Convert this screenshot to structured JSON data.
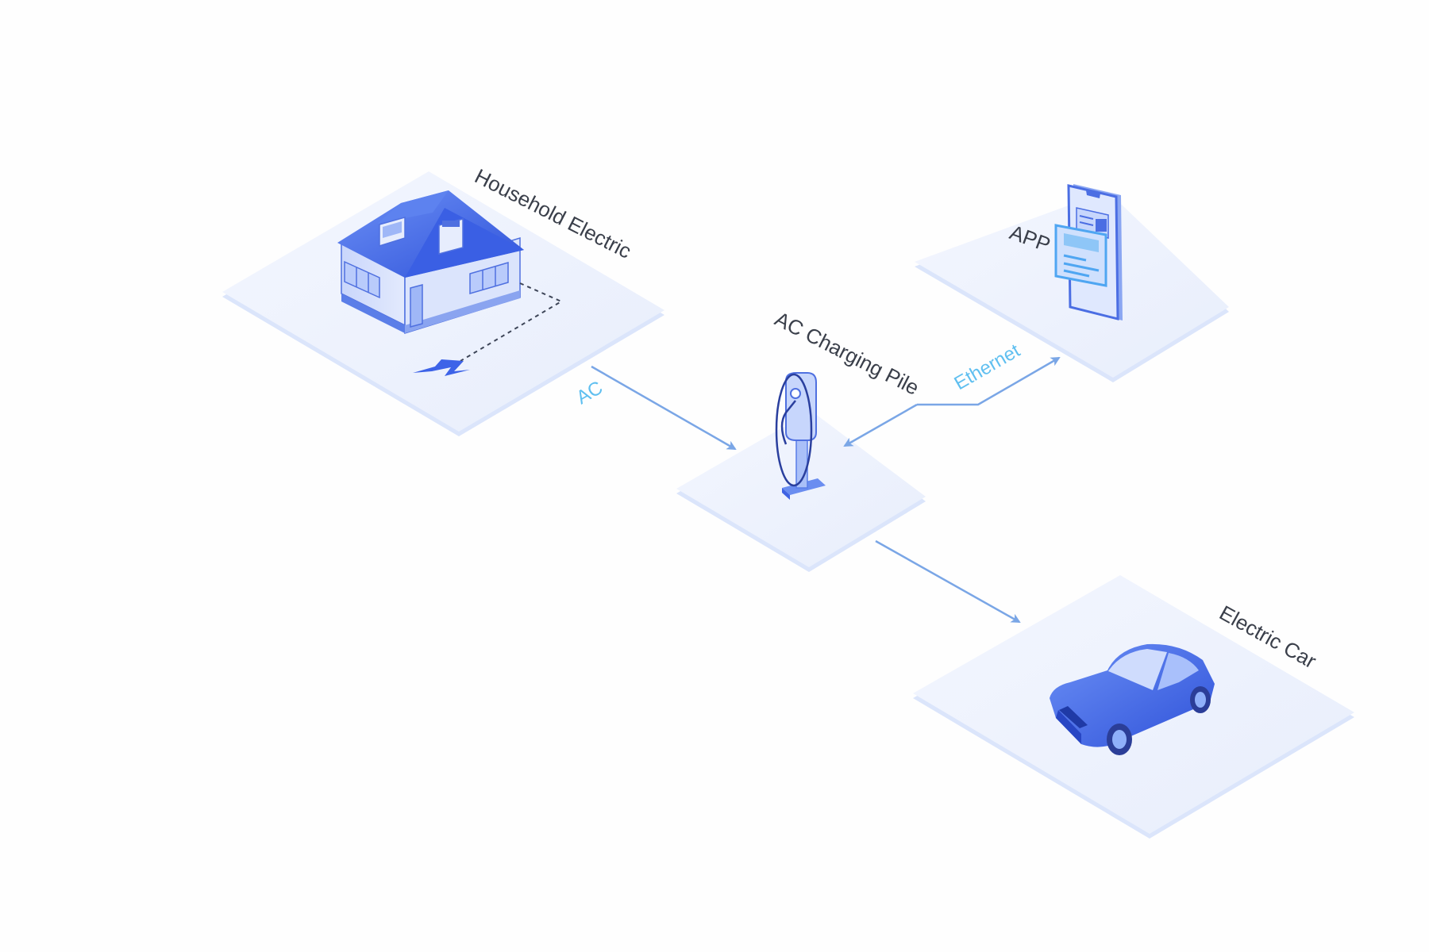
{
  "diagram": {
    "nodes": {
      "household": {
        "label": "Household Electric"
      },
      "charger": {
        "label": "AC Charging Pile"
      },
      "app": {
        "label": "APP"
      },
      "car": {
        "label": "Electric Car"
      }
    },
    "links": {
      "ac": {
        "label": "AC"
      },
      "ethernet": {
        "label": "Ethernet"
      }
    }
  },
  "colors": {
    "arrow": "#7aa6e6",
    "link_text": "#5fbff0",
    "platform_top": "#eef3fd",
    "platform_side": "#d8e3fb",
    "accent_blue": "#3d63e8"
  }
}
